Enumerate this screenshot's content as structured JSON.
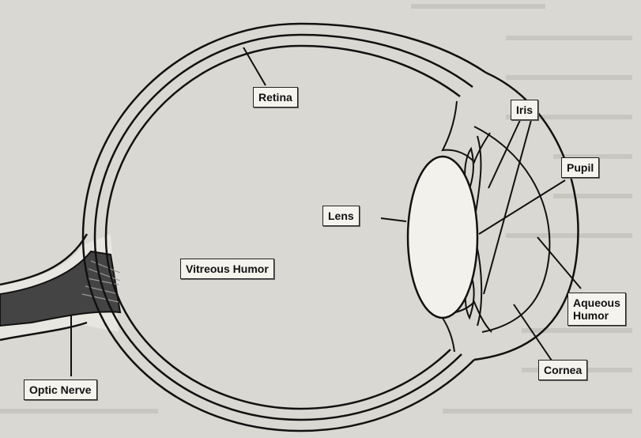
{
  "labels": {
    "retina": "Retina",
    "iris": "Iris",
    "pupil": "Pupil",
    "lens": "Lens",
    "vitreous_humor": "Vitreous Humor",
    "aqueous_humor_line1": "Aqueous",
    "aqueous_humor_line2": "Humor",
    "cornea": "Cornea",
    "optic_nerve": "Optic Nerve"
  },
  "colors": {
    "background": "#d9d8d2",
    "ink": "#111111",
    "label_fill": "#f4f3ee",
    "nerve_fill": "#444444"
  }
}
